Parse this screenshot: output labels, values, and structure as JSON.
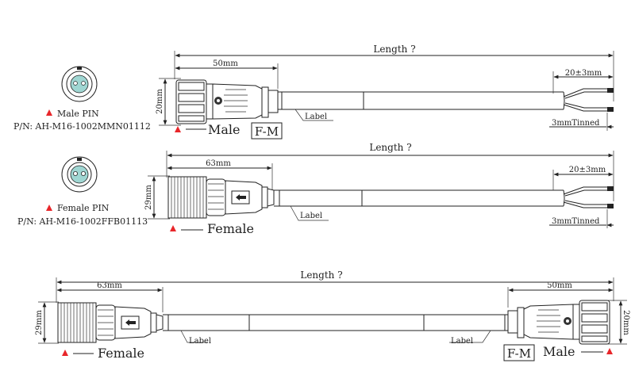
{
  "colors": {
    "marker": "#e8262a",
    "line": "#222222",
    "pin_fill": "#9fd6d2"
  },
  "icons": {
    "marker": "warning-triangle-icon"
  },
  "male_pin": {
    "marker": "A",
    "label": "Male PIN",
    "pn": "P/N: AH-M16-1002MMN01112"
  },
  "female_pin": {
    "marker": "A",
    "label": "Female PIN",
    "pn": "P/N: AH-M16-1002FFB01113"
  },
  "cable1": {
    "length": "Length ?",
    "dim_body": "50mm",
    "dim_dia": "20mm",
    "dim_strip": "20±3mm",
    "label": "Label",
    "tinned": "3mmTinned",
    "marker": "A",
    "type": "Male",
    "box": "F-M"
  },
  "cable2": {
    "length": "Length ?",
    "dim_body": "63mm",
    "dim_dia": "29mm",
    "dim_strip": "20±3mm",
    "label": "Label",
    "tinned": "3mmTinned",
    "marker": "A",
    "type": "Female"
  },
  "cable3": {
    "length": "Length ?",
    "dim_body_left": "63mm",
    "dim_dia_left": "29mm",
    "dim_body_right": "50mm",
    "dim_dia_right": "20mm",
    "label_left": "Label",
    "label_right": "Label",
    "marker_left": "A",
    "type_left": "Female",
    "box": "F-M",
    "type_right": "Male",
    "marker_right": "A"
  }
}
